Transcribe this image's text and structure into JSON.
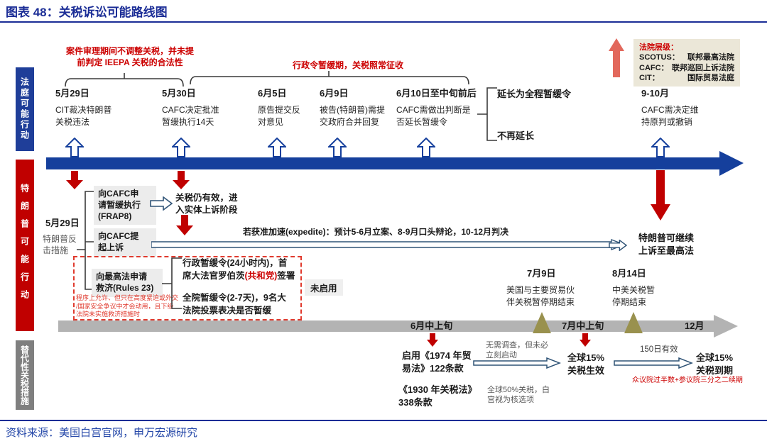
{
  "header": {
    "title": "图表 48：关税诉讼可能路线图"
  },
  "sidebar": {
    "court_label": "法庭可能行动",
    "trump_label": "特朗普可能行动",
    "alt_label": "替代性关税措施"
  },
  "legend": {
    "title": "法院层级：",
    "rows": [
      {
        "abbr": "SCOTUS：",
        "name": "联邦最高法院"
      },
      {
        "abbr": "CAFC：",
        "name": "联邦巡回上诉法院"
      },
      {
        "abbr": "CIT：",
        "name": "国际贸易法庭"
      }
    ]
  },
  "top_annotations": {
    "case_review": "案件审理期间不调整关税，并未提\n前判定 IEEPA 关税的合法性",
    "stay_period": "行政令暂缓期，关税照常征收"
  },
  "court_timeline": {
    "events": [
      {
        "date": "5月29日",
        "desc": "CIT裁决特朗普\n关税违法"
      },
      {
        "date": "5月30日",
        "desc": "CAFC决定批准\n暂缓执行14天"
      },
      {
        "date": "6月5日",
        "desc": "原告提交反\n对意见"
      },
      {
        "date": "6月9日",
        "desc": "被告(特朗普)需提\n交政府合并回复"
      },
      {
        "date": "6月10日至中旬前后",
        "desc": "CAFC需做出判断是\n否延长暂缓令"
      },
      {
        "date": "9-10月",
        "desc": "CAFC需决定维\n持原判或撤销"
      }
    ],
    "outcome_extend": "延长为全程暂缓令",
    "outcome_no_extend": "不再延长"
  },
  "trump_actions": {
    "date": "5月29日",
    "label": "特朗普反\n击措施",
    "stay_box": "向CAFC申\n请暂缓执行\n(FRAP8)",
    "stay_result": "关税仍有效，进\n入实体上诉阶段",
    "appeal_box": "向CAFC提\n起上诉",
    "expedite_note": "若获准加速(expedite)：预计5-6月立案、8-9月口头辩论，10-12月判决",
    "appeal_result": "特朗普可继续\n上诉至最高法",
    "scotus_box": "向最高法申请\n救济(Rules 23)",
    "scotus_footnote": "程序上允许、但只在高度紧迫或外交\n/国家安全争议中才会动用，且下级\n法院未实施救济措施时",
    "admin_stay_line1": "行政暂缓令(24小时内)，首",
    "admin_stay_line2_pre": "席大法官罗伯茨",
    "admin_stay_party": "(共和党)",
    "admin_stay_line2_post": "签署",
    "full_court_stay": "全院暂缓令(2-7天)，9名大\n法院投票表决是否暂缓",
    "not_used": "未启用"
  },
  "alt_timeline": {
    "bar_labels": [
      "6月中上旬",
      "7月中上旬",
      "12月"
    ],
    "milestones": [
      {
        "date": "7月9日",
        "desc": "美国与主要贸易伙\n伴关税暂停期结束"
      },
      {
        "date": "8月14日",
        "desc": "中美关税暂\n停期结束"
      }
    ],
    "act_1974": "启用《1974 年贸\n易法》122条款",
    "no_investigation": "无需调查，但未必\n立刻启动",
    "global15_effective": "全球15%\n关税生效",
    "act_1930": "《1930 年关税法》\n338条款",
    "nuclear_option": "全球50%关税，白\n宫视为核选项",
    "valid_150": "150日有效",
    "global15_expire": "全球15%\n关税到期",
    "renewal_note": "众议院过半数+参议院三分之二续期"
  },
  "footer": {
    "source": "资料来源：美国白宫官网，申万宏源研究"
  },
  "colors": {
    "navy": "#1b2d96",
    "timeline_blue": "#153f9c",
    "red": "#c00000",
    "salmon": "#e2685c",
    "olive": "#99914e",
    "gray_bar": "#b3b3b3",
    "box_gray": "#ececec",
    "legend_bg": "#ebe7d8"
  }
}
